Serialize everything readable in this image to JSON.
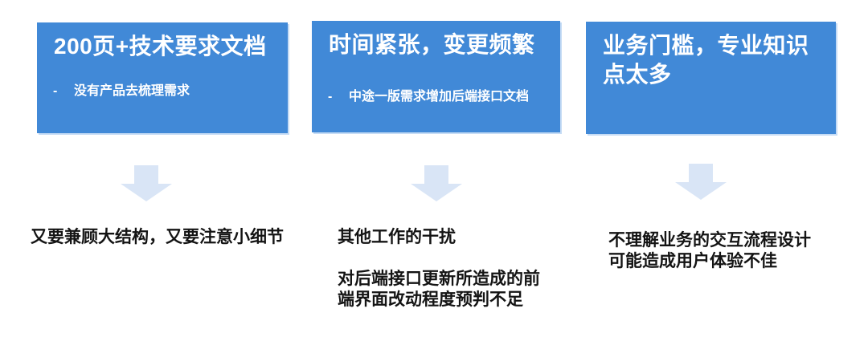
{
  "slide": {
    "columns": [
      {
        "box": {
          "title": "200页+技术要求文档",
          "bullet_marker": "-",
          "bullet": "没有产品去梳理需求"
        },
        "result": "又要兼顾大结构，又要注意小细节"
      },
      {
        "box": {
          "title": "时间紧张，变更频繁",
          "bullet_marker": "-",
          "bullet": "中途一版需求增加后端接口文档"
        },
        "result": "其他工作的干扰\n\n对后端接口更新所造成的前\n端界面改动程度预判不足"
      },
      {
        "box": {
          "title": "业务门槛，专业知识\n点太多"
        },
        "result": "不理解业务的交互流程设计\n可能造成用户体验不佳"
      }
    ]
  },
  "icons": {
    "arrow": "down-arrow"
  },
  "colors": {
    "box_fill": "#4189d7",
    "box_edge": "#c6dcf5",
    "arrow_fill": "#d9e5f6",
    "text_dark": "#141414",
    "text_white": "#ffffff",
    "page_bg": "#ffffff"
  }
}
